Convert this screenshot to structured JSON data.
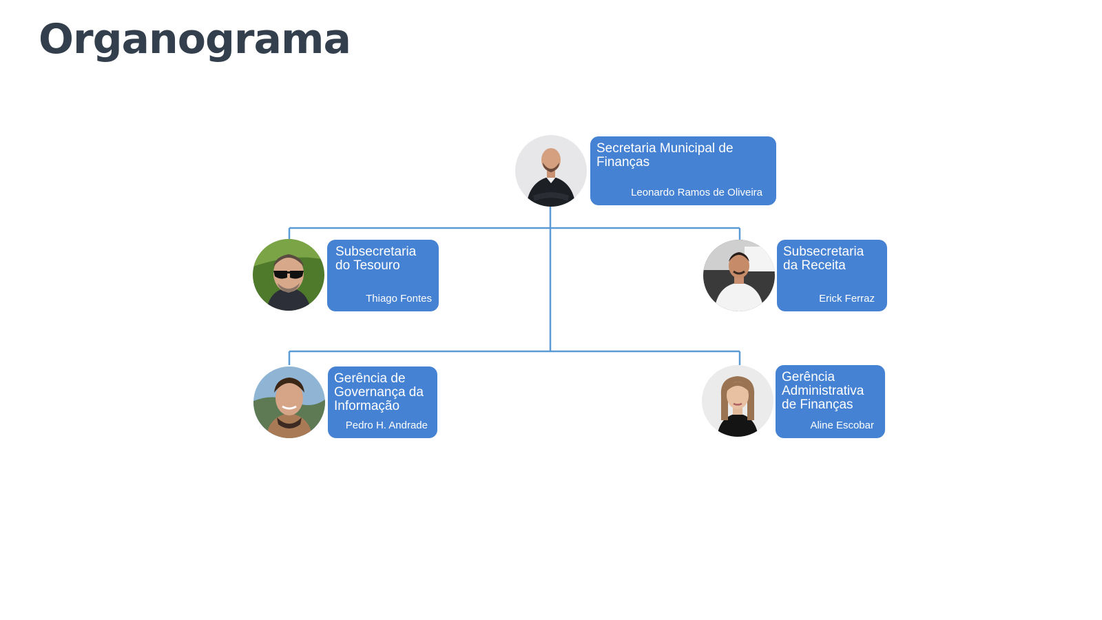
{
  "page": {
    "title": "Organograma"
  },
  "colors": {
    "title": "#333f4c",
    "card_fill": "#4682d3",
    "card_text": "#ffffff",
    "connector": "#5b9bd5"
  },
  "chart": {
    "root": {
      "unit": "Secretaria Municipal de Finanças",
      "person": "Leonardo Ramos de Oliveira"
    },
    "level_1": [
      {
        "unit": "Subsecretaria do Tesouro",
        "person": "Thiago Fontes"
      },
      {
        "unit": "Subsecretaria da Receita",
        "person": "Erick Ferraz"
      }
    ],
    "level_2": [
      {
        "unit": "Gerência de Governança da Informação",
        "person": "Pedro H. Andrade"
      },
      {
        "unit": "Gerência Administrativa de Finanças",
        "person": "Aline Escobar"
      }
    ]
  },
  "icons": {
    "photo": "person-photo-icon"
  }
}
